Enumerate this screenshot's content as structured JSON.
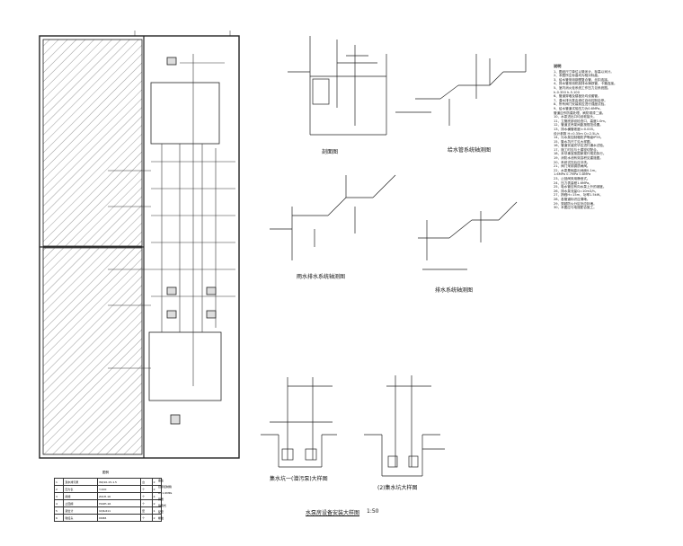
{
  "drawing": {
    "captions": {
      "section_top": "剖面图",
      "axon_a": "给水管系统轴测图",
      "axon_b": "雨水排水系统轴测图",
      "axon_c": "排水系统轴测图",
      "pit_left": "集水坑一(潜污泵)大样图",
      "pit_right": "(2)集水坑大样图",
      "detail_title": "水泵房设备安装大样图",
      "detail_scale": "1:50"
    },
    "notes": {
      "title": "说明",
      "lines": [
        "1、图纸尺寸单位以毫米计，标高以米计。",
        "2、本图所注标高均为相对标高。",
        "3、给水管采用钢塑复合管，丝扣连接。",
        "4、排水管采用机制排水铸铁管，卡箍连接。",
        "5、室内消火栓系统工作压力见系统图。",
        "h-0.350  h-5.100",
        "6、管道穿墙及楼板处均设套管。",
        "7、潜水排污泵由液位自动控制启停。",
        "8、所有阀门安装前应进行强度试验。",
        "9、给水管道试验压力为0.6MPa。",
        "   管道应作防腐处理，刷防锈漆二道。",
        "10、水泵进出口均设软接头。",
        "11、立管底部设检查口，高度1.0m。",
        "12、管道支吊架间距按规范设置。",
        "13、排水横管坡度i=0.005。",
        "设计参数 H=0.35m  Q=2.5L/s",
        "14、污水泵控制箱防护等级IP55。",
        "15、集水坑尺寸见大样图。",
        "16、管道安装完毕应进行通水试验。",
        "17、施工时应与土建密切配合。",
        "18、未尽事宜按国家现行规范执行。",
        "19、消防水池有效容积见建施图。",
        "20、系统试压后应冲洗。",
        "21、阀门采用铜质闸阀。",
        "22、水泵基础高出地面0.1m。",
        "1.6MPa  0.7MPa  0.8MPa",
        "23、止回阀采用静音式。",
        "24、压力表量程1.6MPa。",
        "25、吸水管应有向水泵上升的坡度。",
        "26、排水泵流量Q=10m3/h。",
        "27、扬程H=15m，功率1.5kW。",
        "28、各管道标识应清晰。",
        "29、穿越防火分区处应封堵。",
        "30、本图应与电施配合施工。"
      ]
    },
    "legend": {
      "header": "图例",
      "rows": [
        [
          "1",
          "潜水排污泵",
          "WQ10-15-1.5",
          "台",
          "2"
        ],
        [
          "2",
          "压力表",
          "Y-100",
          "个",
          "2"
        ],
        [
          "3",
          "闸阀",
          "Z41H-16",
          "个",
          "4"
        ],
        [
          "4",
          "止回阀",
          "H44H-16",
          "个",
          "2"
        ],
        [
          "5",
          "液位计",
          "UQK-611",
          "套",
          "1"
        ],
        [
          "6",
          "软接头",
          "DN65",
          "个",
          "2"
        ]
      ],
      "right_col": [
        "备注",
        "自带控制箱",
        "0~1.6MPa",
        "铜质",
        "静音式",
        "配套",
        "橡胶"
      ]
    }
  }
}
